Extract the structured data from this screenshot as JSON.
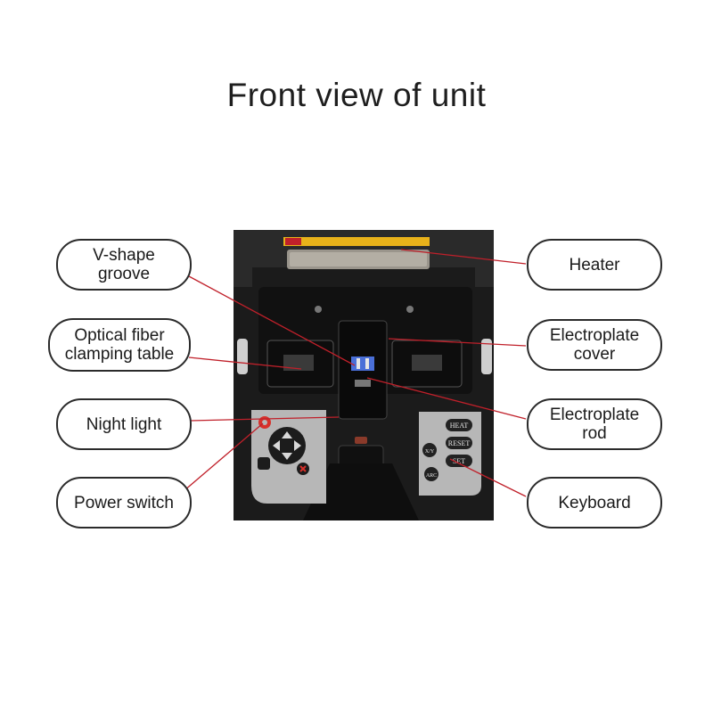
{
  "title": "Front view of unit",
  "callouts": [
    {
      "id": "v-shape-groove",
      "label": "V-shape\ngroove"
    },
    {
      "id": "optical-fiber-clamping-table",
      "label": "Optical fiber\nclamping table"
    },
    {
      "id": "night-light",
      "label": "Night light"
    },
    {
      "id": "power-switch",
      "label": "Power switch"
    },
    {
      "id": "heater",
      "label": "Heater"
    },
    {
      "id": "electroplate-cover",
      "label": "Electroplate\ncover"
    },
    {
      "id": "electroplate-rod",
      "label": "Electroplate\nrod"
    },
    {
      "id": "keyboard",
      "label": "Keyboard"
    }
  ],
  "keys": {
    "heat": "HEAT",
    "reset": "RESET",
    "set": "SET",
    "xy": "X/Y",
    "arc": "ARC"
  },
  "colors": {
    "leader_line": "#c0202a",
    "callout_border": "#2b2b2b",
    "device_body": "#1b1b1b"
  }
}
